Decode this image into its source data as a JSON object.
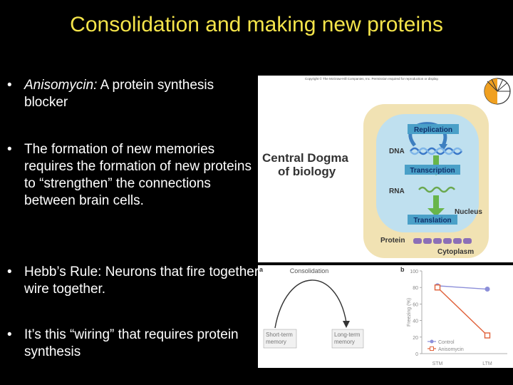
{
  "title": "Consolidation and making new proteins",
  "bullets": [
    {
      "italic": "Anisomycin:",
      "text": " A protein synthesis blocker"
    },
    {
      "italic": "",
      "text": "The formation of new memories requires the formation of new proteins to “strengthen” the connections between brain cells."
    },
    {
      "italic": "",
      "text": "Hebb’s Rule: Neurons that fire together wire together."
    },
    {
      "italic": "",
      "text": "It’s this “wiring” that requires protein synthesis"
    }
  ],
  "bullet_symbol": "•",
  "dogma": {
    "copyright": "Copyright © The McGraw-Hill Companies, Inc. Permission required for reproduction or display.",
    "heading_line1": "Central Dogma",
    "heading_line2": "of biology",
    "replication": "Replication",
    "dna": "DNA",
    "transcription": "Transcription",
    "rna": "RNA",
    "nucleus": "Nucleus",
    "translation": "Translation",
    "protein": "Protein",
    "cytoplasm": "Cytoplasm",
    "colors": {
      "cell": "#f1e2b3",
      "nucleus": "#bfe0ef",
      "label_box": "#4aa0c8",
      "arrow_green": "#68b54a",
      "protein": "#8b6fb7"
    }
  },
  "consolidation": {
    "panel_a": "a",
    "title": "Consolidation",
    "short_term": "Short-term\nmemory",
    "long_term": "Long-term\nmemory"
  },
  "chart_data": {
    "type": "line",
    "panel_label": "b",
    "categories": [
      "STM",
      "LTM"
    ],
    "ylabel": "Freezing (%)",
    "ylim": [
      0,
      100
    ],
    "yticks": [
      0,
      20,
      40,
      60,
      80,
      100
    ],
    "legend_position": "bottom-left",
    "series": [
      {
        "name": "Control",
        "values": [
          82,
          78
        ],
        "color": "#8c8fd9",
        "marker": "circle"
      },
      {
        "name": "Anisomycin",
        "values": [
          80,
          22
        ],
        "color": "#e0613a",
        "marker": "square"
      }
    ]
  }
}
